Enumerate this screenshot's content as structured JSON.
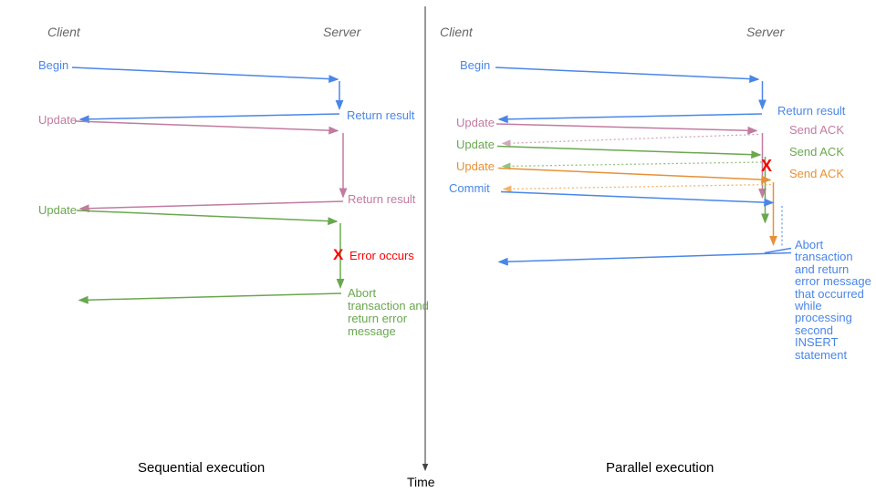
{
  "colors": {
    "blue": "#4a86e8",
    "light_blue": "#6d9eeb",
    "pink": "#c27ba0",
    "light_pink": "#d5a6bd",
    "green": "#6aa84f",
    "light_green": "#93c47d",
    "orange": "#e69138",
    "light_orange": "#f6b26b",
    "red": "#ff0000",
    "header_gray": "#666666",
    "divider": "#444444",
    "title": "#000000"
  },
  "divider": {
    "time_label": "Time"
  },
  "left_diagram": {
    "client_header": "Client",
    "server_header": "Server",
    "title": "Sequential execution",
    "labels": {
      "begin": "Begin",
      "return_result_1": "Return result",
      "update_1": "Update",
      "return_result_2": "Return result",
      "update_2": "Update",
      "error_mark": "X",
      "error_occurs": "Error occurs",
      "abort_message": "Abort transaction and return error message"
    }
  },
  "right_diagram": {
    "client_header": "Client",
    "server_header": "Server",
    "title": "Parallel execution",
    "labels": {
      "begin": "Begin",
      "return_result": "Return result",
      "update_1": "Update",
      "send_ack_1": "Send ACK",
      "update_2": "Update",
      "send_ack_2": "Send ACK",
      "update_3": "Update",
      "send_ack_3": "Send ACK",
      "commit": "Commit",
      "error_mark": "X",
      "abort_message": "Abort transaction and return error message that occurred while processing second INSERT statement"
    }
  }
}
